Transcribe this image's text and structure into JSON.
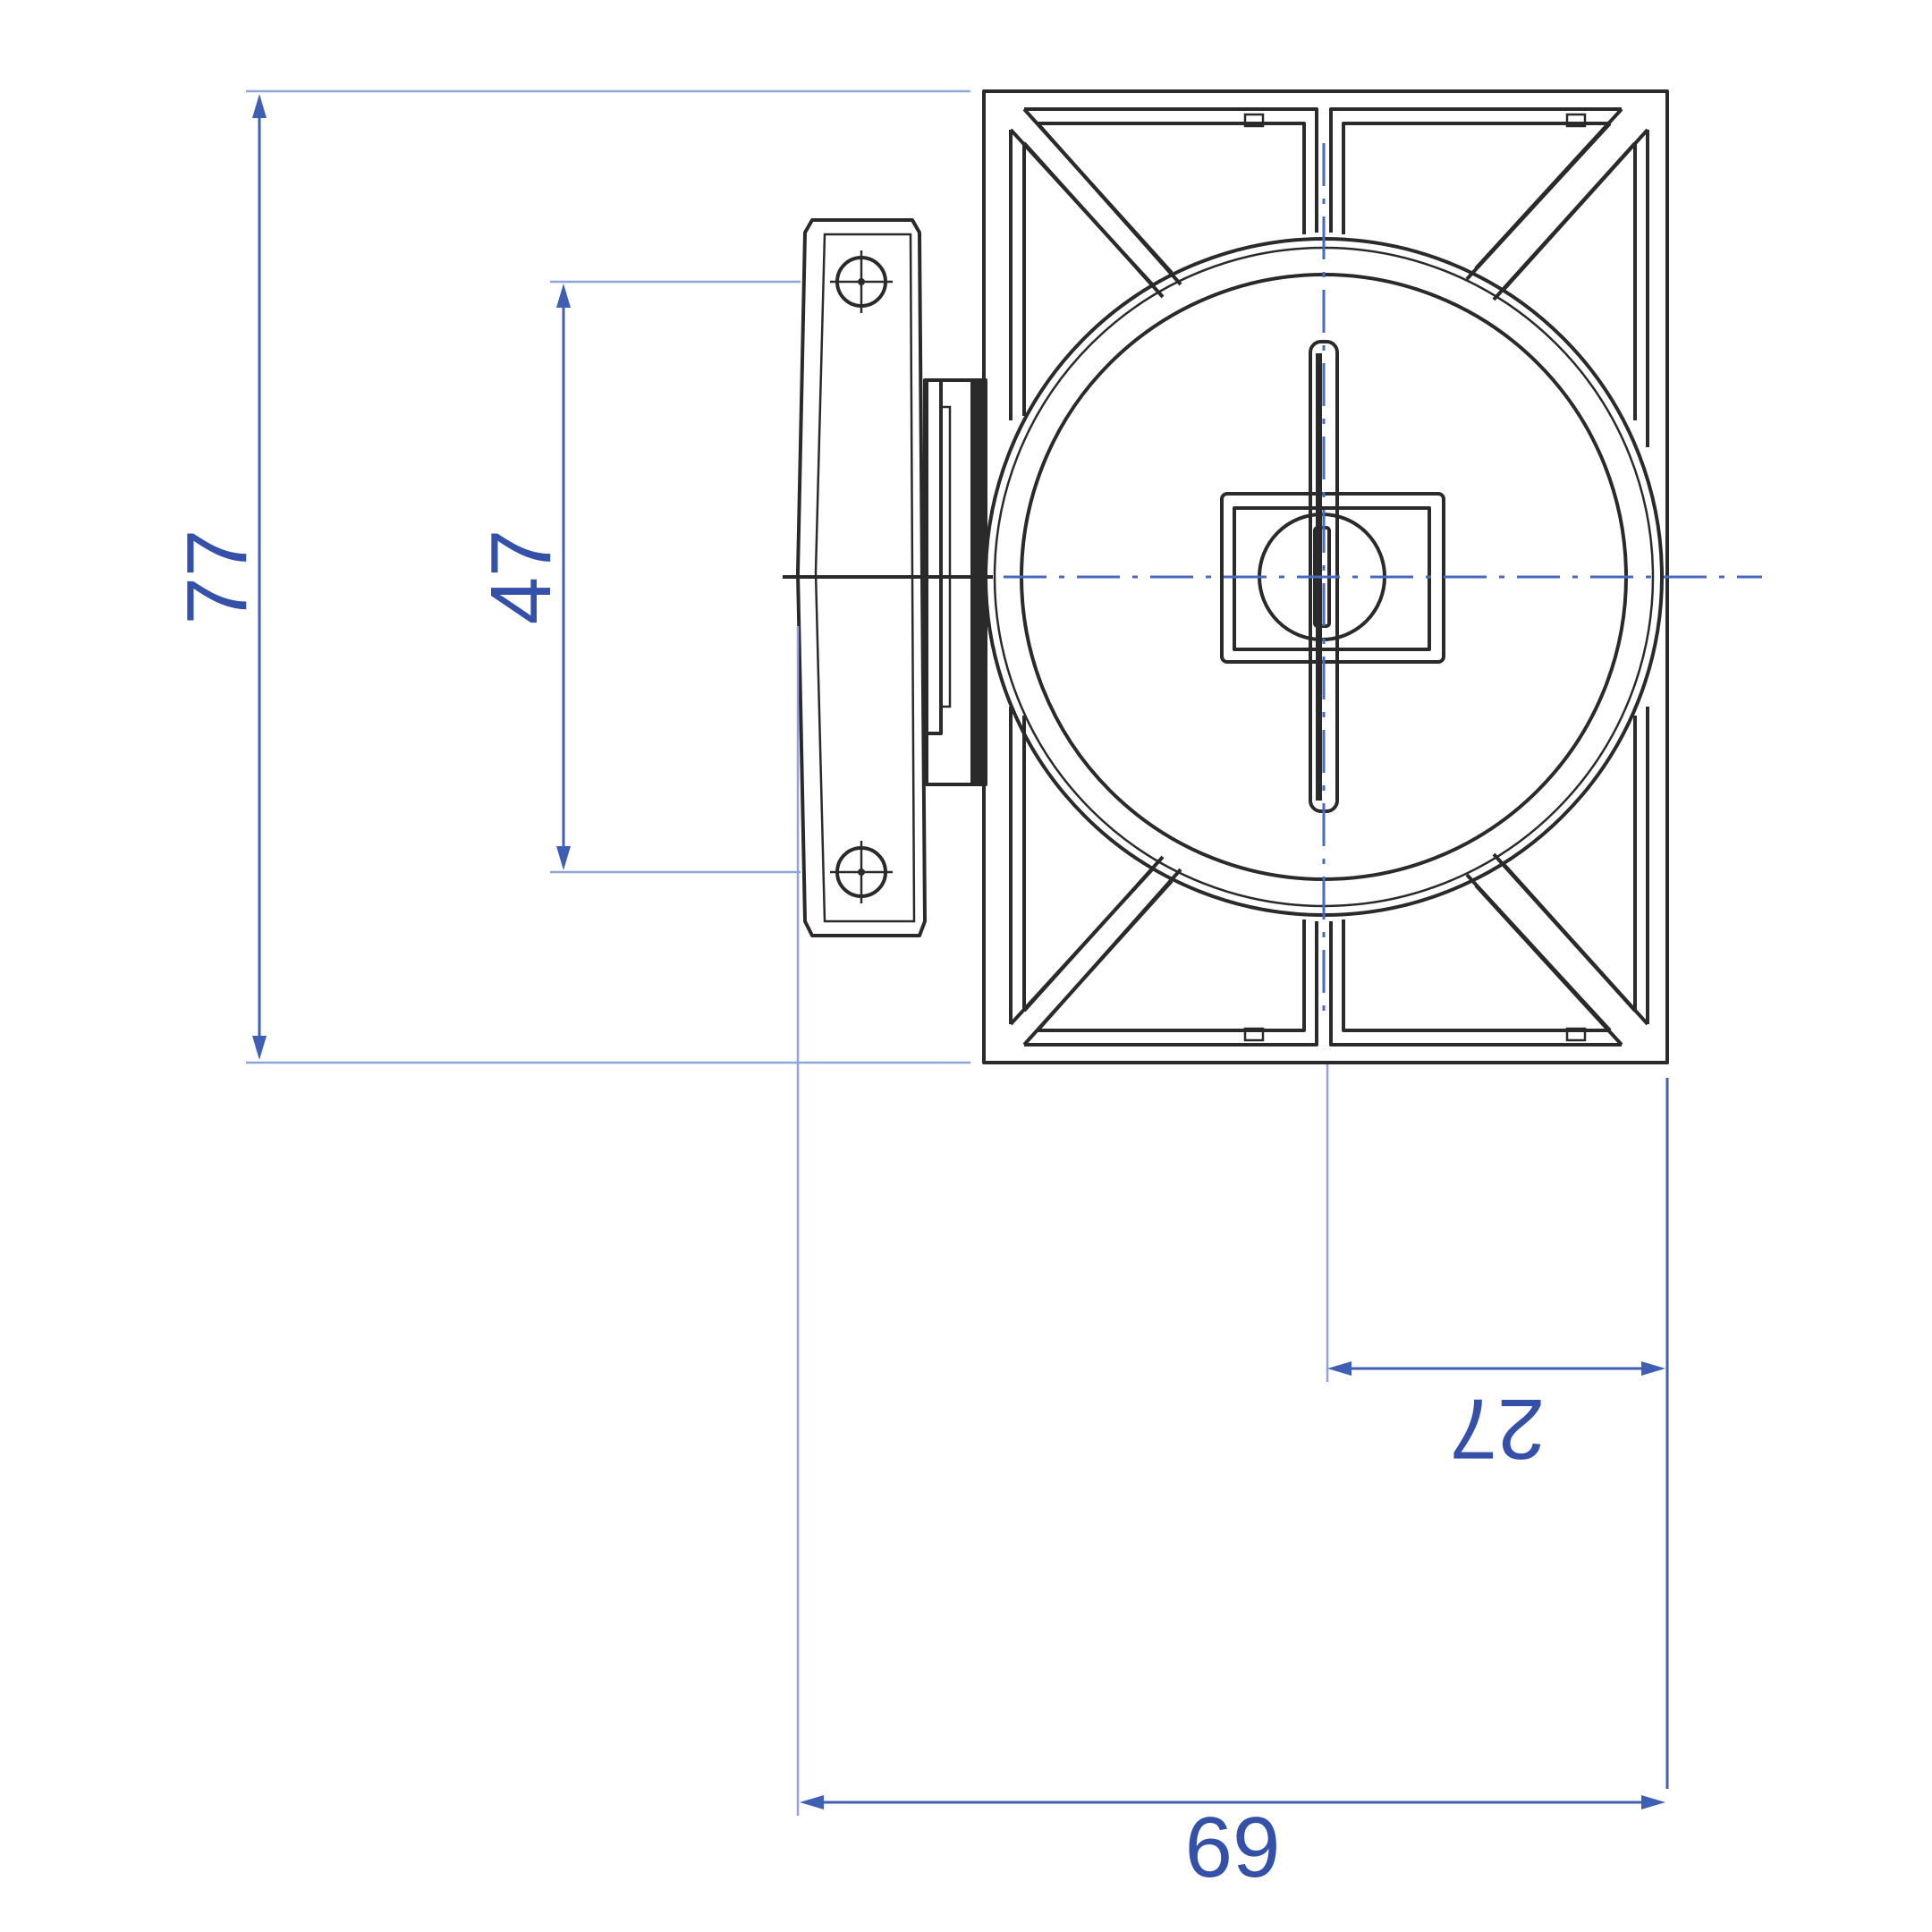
{
  "drawing": {
    "title": "",
    "colors": {
      "part": "#2a2a2a",
      "dimension": "#3f5fb5",
      "centerline": "#4a6ac2"
    },
    "dimensions": {
      "overall_height": {
        "value": "77"
      },
      "hole_spacing": {
        "value": "47"
      },
      "center_offset": {
        "value": "27"
      },
      "overall_width": {
        "value": "69"
      }
    }
  }
}
